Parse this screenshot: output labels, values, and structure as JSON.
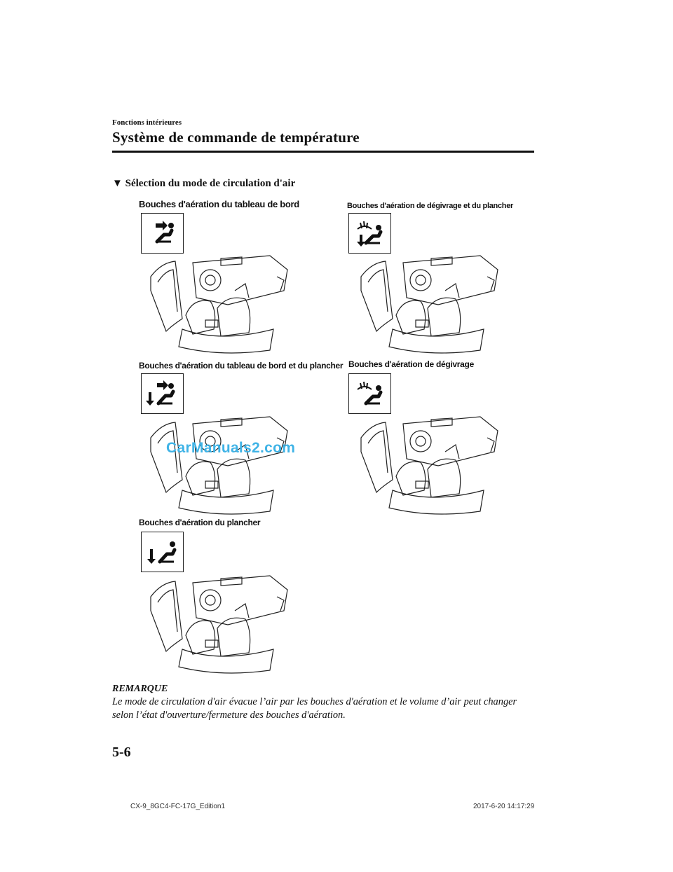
{
  "header": {
    "section": "Fonctions intérieures",
    "title": "Système de commande de température"
  },
  "subheading": {
    "marker": "▼",
    "text": "Sélection du mode de circulation d'air"
  },
  "modes": [
    {
      "label": "Bouches d'aération du tableau de bord",
      "icon": "panel-vent-icon"
    },
    {
      "label": "Bouches d'aération de dégivrage et du plancher",
      "icon": "defrost-floor-icon"
    },
    {
      "label": "Bouches d'aération du tableau de bord et du plancher",
      "icon": "bilevel-vent-icon"
    },
    {
      "label": "Bouches d'aération de dégivrage",
      "icon": "defrost-icon"
    },
    {
      "label": "Bouches d'aération du plancher",
      "icon": "floor-vent-icon"
    }
  ],
  "watermark": "CarManuals2.com",
  "note": {
    "title": "REMARQUE",
    "text": "Le mode de circulation d'air évacue l’air par les bouches d'aération et le volume d’air peut changer selon l’état d'ouverture/fermeture des bouches d'aération."
  },
  "page_number": "5-6",
  "footer": {
    "left": "CX-9_8GC4-FC-17G_Edition1",
    "right": "2017-6-20 14:17:29"
  }
}
